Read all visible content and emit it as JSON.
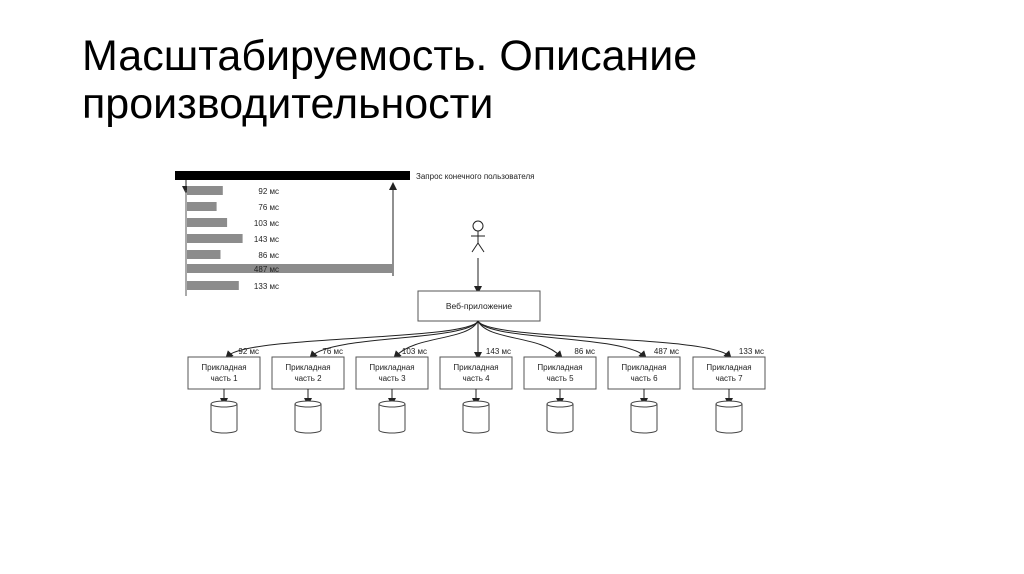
{
  "slide": {
    "title_line1": "Масштабируемость. Описание",
    "title_line2": "производительности"
  },
  "diagram": {
    "request_label": "Запрос конечного пользователя",
    "web_app_label": "Веб-приложение",
    "user_icon": "stick-figure-user-icon",
    "latency_bars": [
      {
        "label": "92 мс",
        "value": 92
      },
      {
        "label": "76 мс",
        "value": 76
      },
      {
        "label": "103 мс",
        "value": 103
      },
      {
        "label": "143 мс",
        "value": 143
      },
      {
        "label": "86 мс",
        "value": 86
      },
      {
        "label": "487 мс",
        "value": 487
      },
      {
        "label": "133 мс",
        "value": 133
      }
    ],
    "backends": [
      {
        "line1": "Прикладная",
        "line2": "часть 1",
        "latency": "92 мс"
      },
      {
        "line1": "Прикладная",
        "line2": "часть 2",
        "latency": "76 мс"
      },
      {
        "line1": "Прикладная",
        "line2": "часть 3",
        "latency": "103 мс"
      },
      {
        "line1": "Прикладная",
        "line2": "часть 4",
        "latency": "143 мс"
      },
      {
        "line1": "Прикладная",
        "line2": "часть 5",
        "latency": "86 мс"
      },
      {
        "line1": "Прикладная",
        "line2": "часть 6",
        "latency": "487 мс"
      },
      {
        "line1": "Прикладная",
        "line2": "часть 7",
        "latency": "133 мс"
      }
    ],
    "colors": {
      "request_bar": "#000000",
      "latency_bar": "#8c8c8c",
      "lines": "#222222",
      "box_border": "#555555"
    }
  }
}
